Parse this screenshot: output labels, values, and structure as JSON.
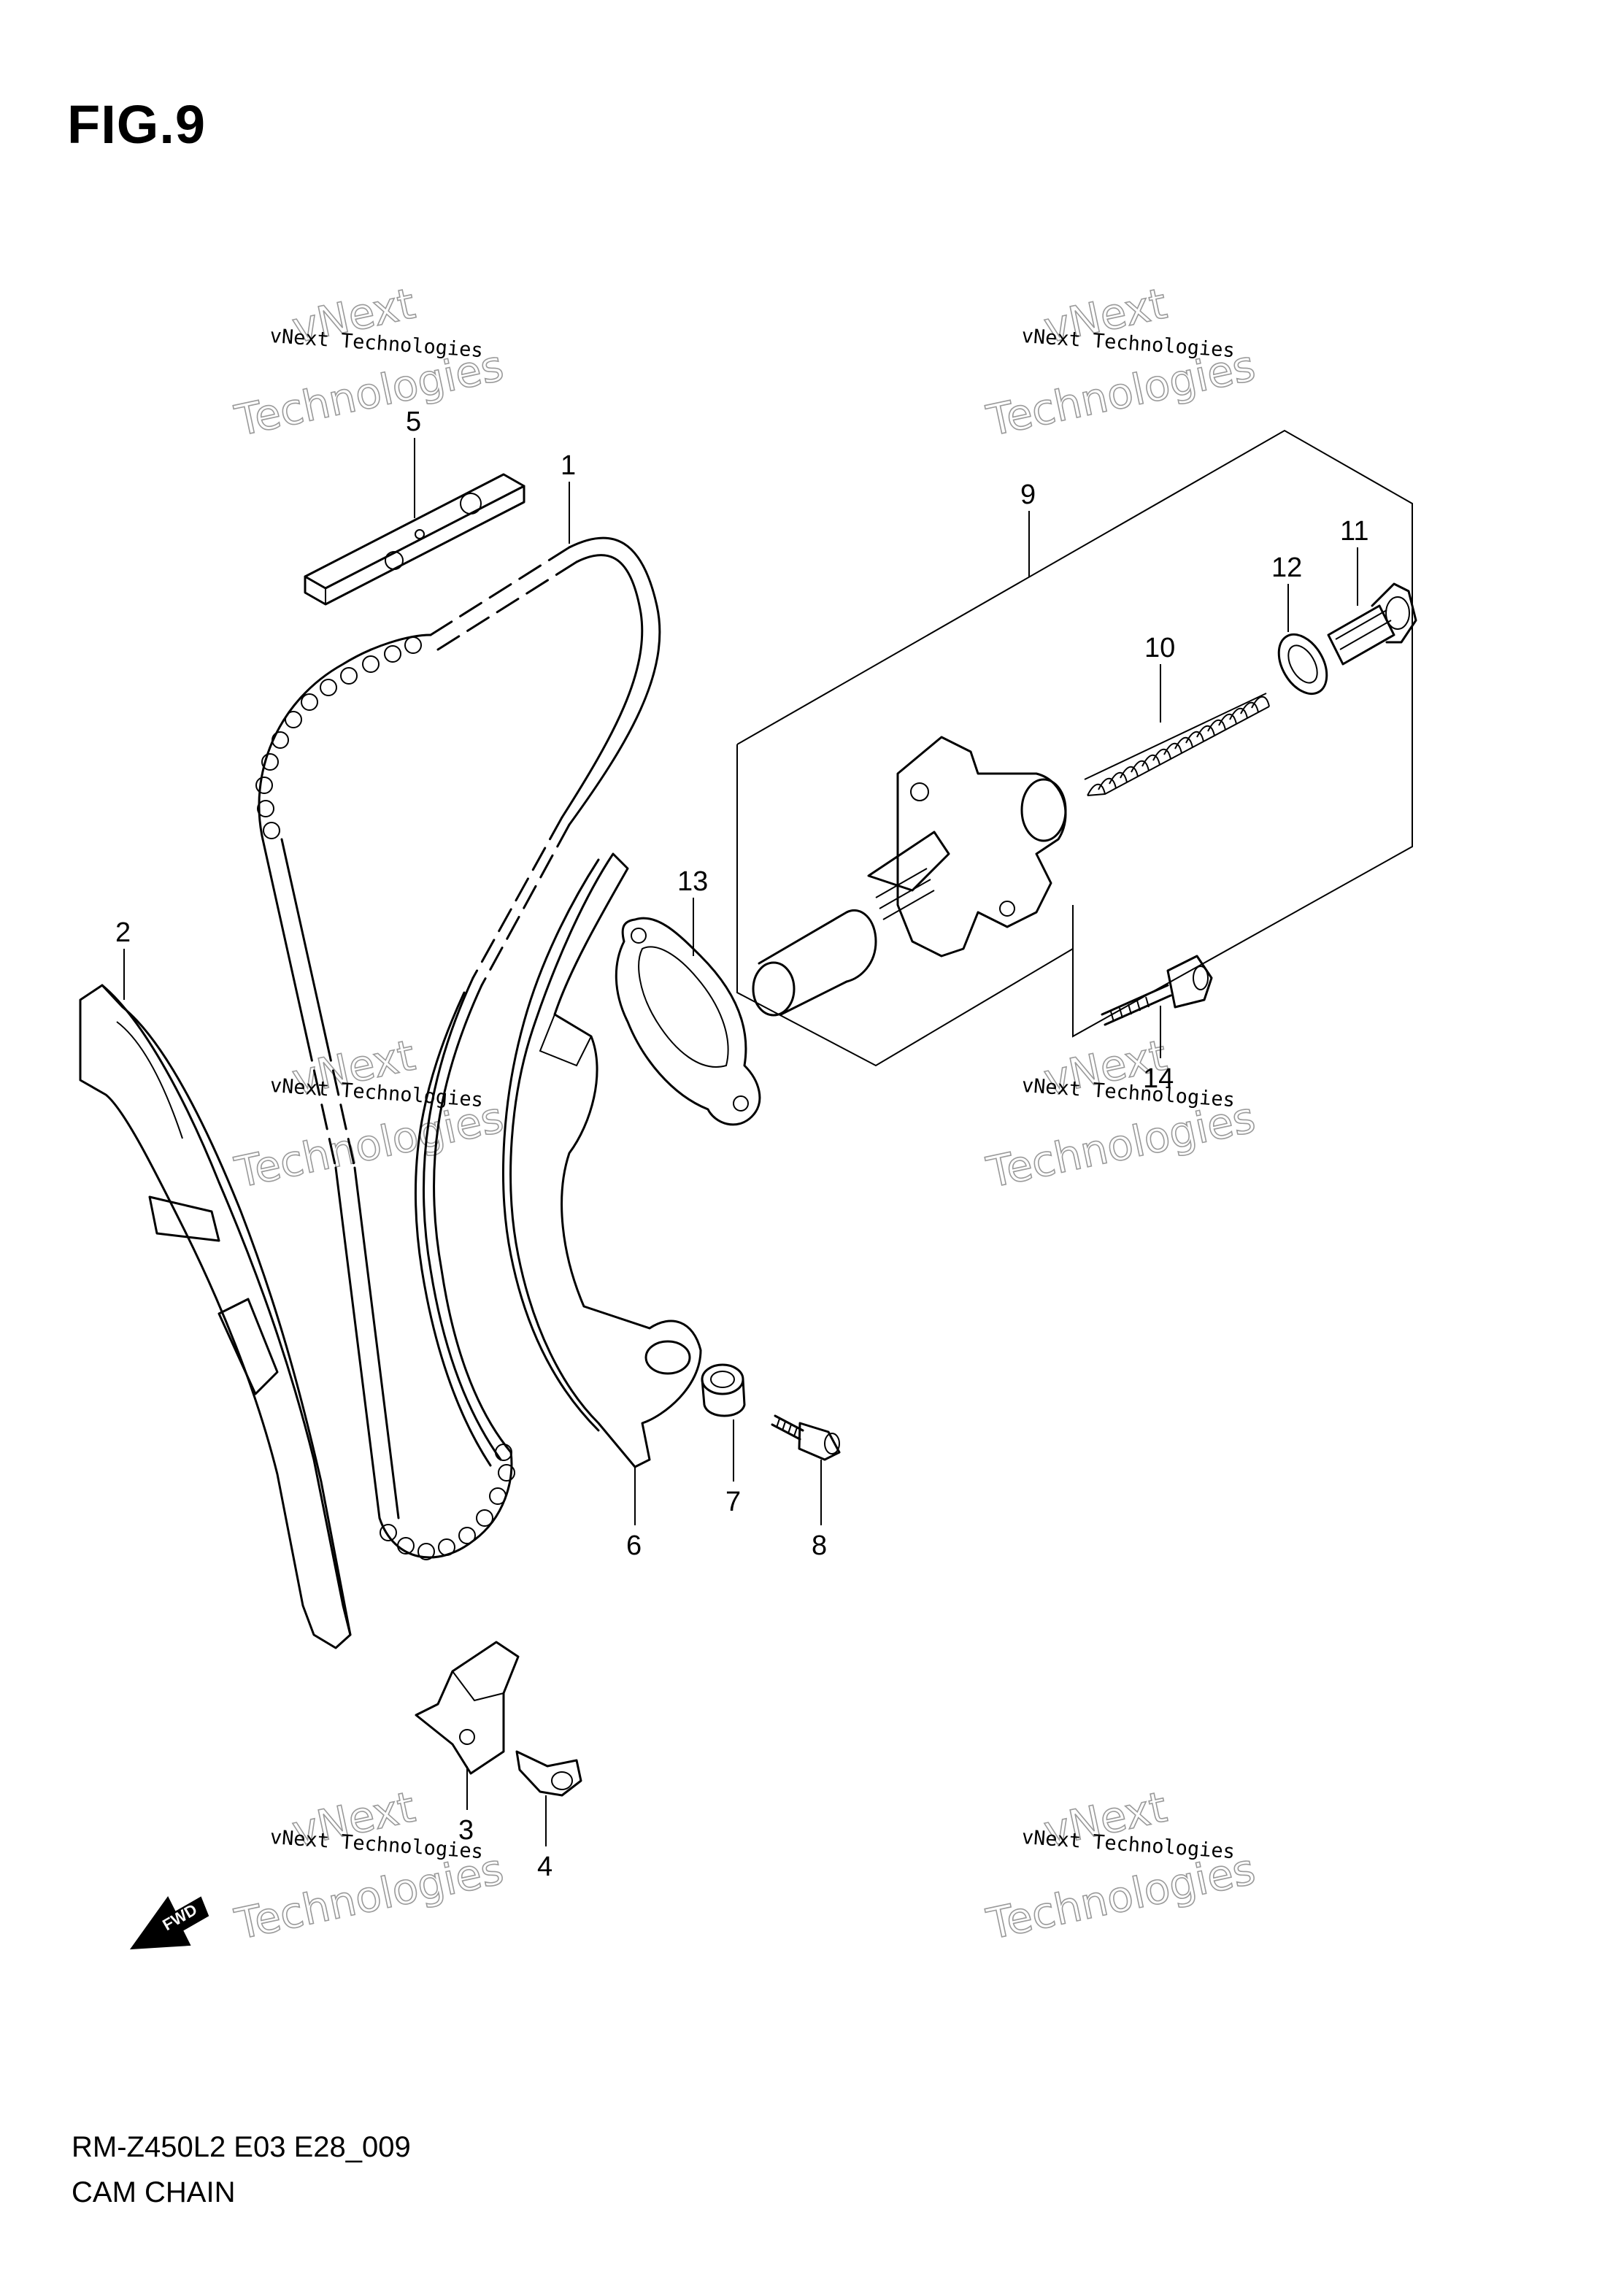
{
  "figure": {
    "title": "FIG.9",
    "model_code": "RM-Z450L2 E03 E28_009",
    "caption": "CAM CHAIN"
  },
  "watermark": {
    "line_small": "vNext Technologies",
    "line_big": "Technologies",
    "line_big_top": "vNext"
  },
  "direction_marker": {
    "label": "FWD"
  },
  "callouts": [
    {
      "number": "1"
    },
    {
      "number": "2"
    },
    {
      "number": "3"
    },
    {
      "number": "4"
    },
    {
      "number": "5"
    },
    {
      "number": "6"
    },
    {
      "number": "7"
    },
    {
      "number": "8"
    },
    {
      "number": "9"
    },
    {
      "number": "10"
    },
    {
      "number": "11"
    },
    {
      "number": "12"
    },
    {
      "number": "13"
    },
    {
      "number": "14"
    }
  ]
}
